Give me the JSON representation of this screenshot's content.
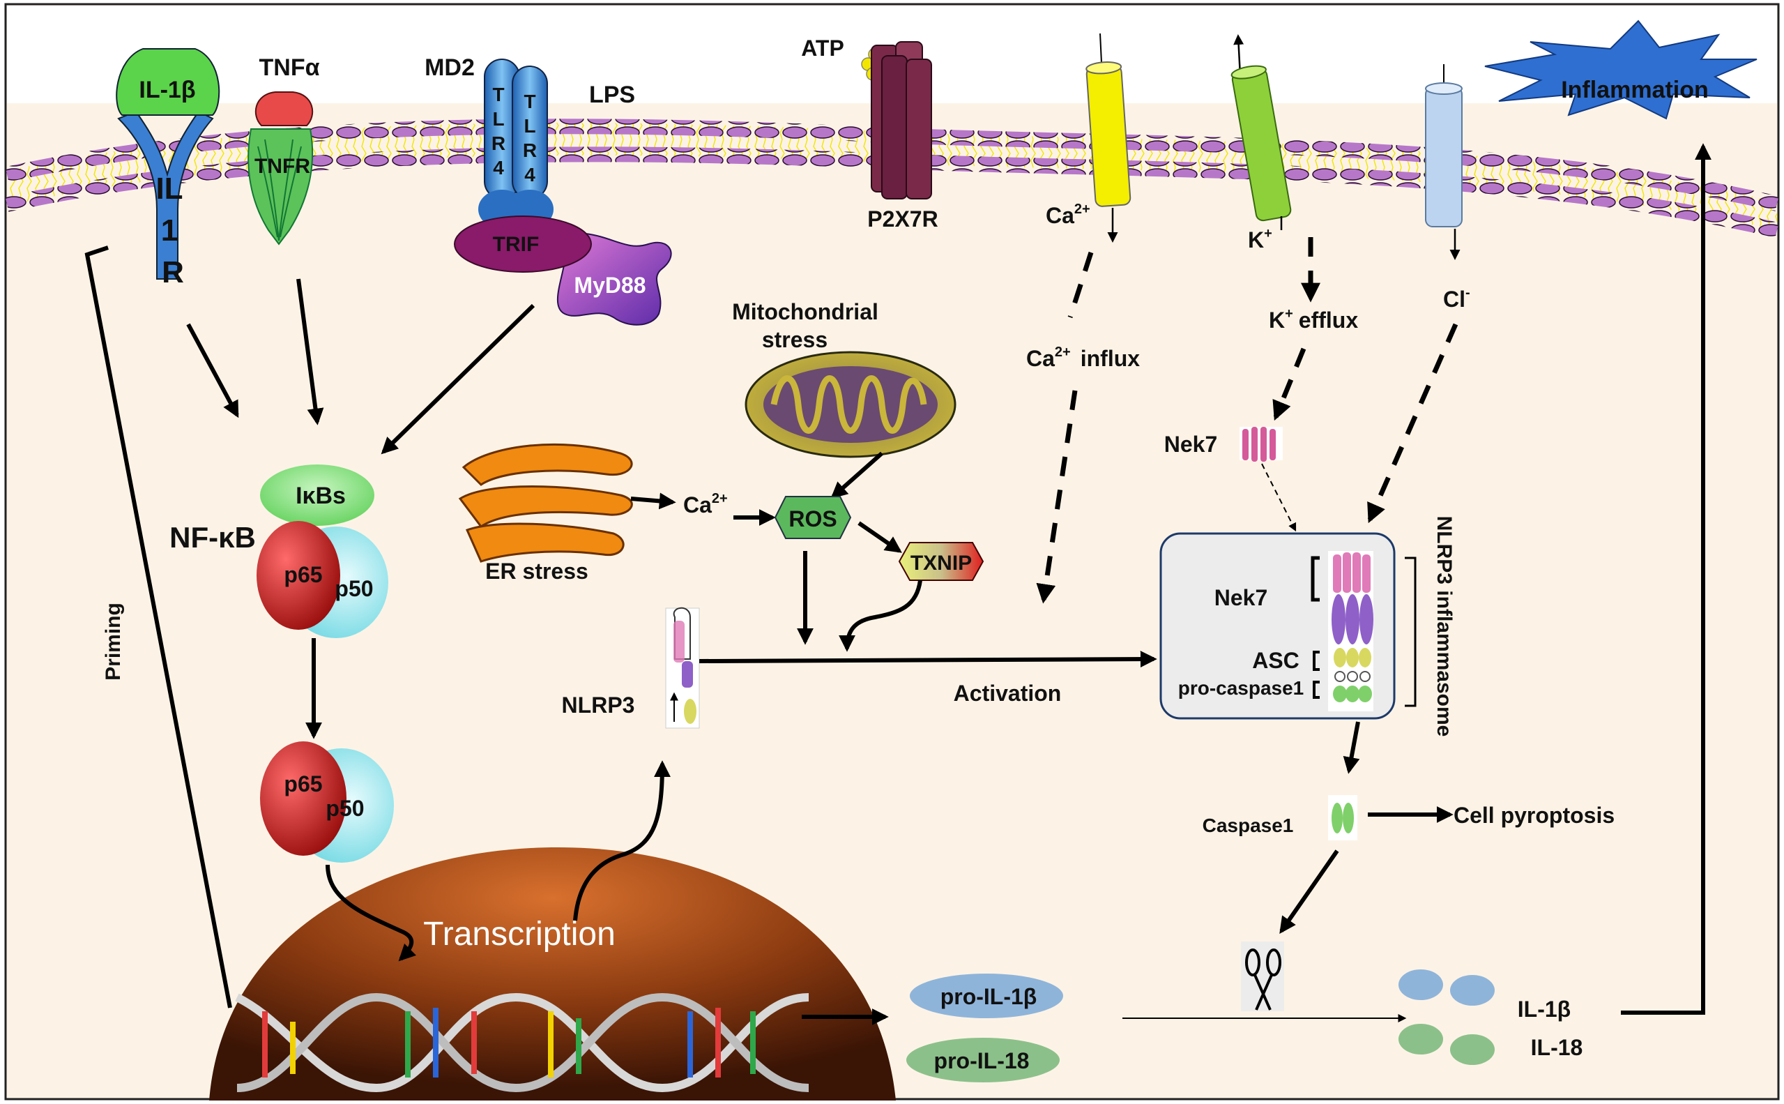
{
  "labels": {
    "il1b_receptor_ligand": "IL-1β",
    "il1r": [
      "IL",
      "1",
      "R"
    ],
    "tnfa": "TNFα",
    "tnfr": "TNFR",
    "md2": "MD2",
    "tlr4": [
      "T",
      "L",
      "R",
      "4"
    ],
    "lps": "LPS",
    "atp": "ATP",
    "p2x7r": "P2X7R",
    "ca_channel": "Ca",
    "ca_sup": "2+",
    "k_channel": "K",
    "k_sup": "+",
    "cl_channel": "Cl",
    "cl_sup": "-",
    "inflammation": "Inflammation",
    "trif": "TRIF",
    "myd88": "MyD88",
    "mito_stress": [
      "Mitochondrial",
      "stress"
    ],
    "ca_influx": "influx",
    "k_efflux": "efflux",
    "nek7_free": "Nek7",
    "ikbs": "IκBs",
    "nfkb": "NF-κB",
    "p65": "p65",
    "p50": "p50",
    "er_stress": "ER stress",
    "ca_er": "Ca",
    "ros": "ROS",
    "txnip": "TXNIP",
    "nlrp3": "NLRP3",
    "activation": "Activation",
    "inflammasome_nek7": "Nek7",
    "asc": "ASC",
    "pro_caspase1": "pro-caspase1",
    "nlrp3_inflammasome": "NLRP3 inflammasome",
    "caspase1": "Caspase1",
    "cell_pyroptosis": "Cell pyroptosis",
    "priming": "Priming",
    "transcription": "Transcription",
    "pro_il1b": "pro-IL-1β",
    "pro_il18": "pro-IL-18",
    "il1b": "IL-1β",
    "il18": "IL-18"
  },
  "colors": {
    "membrane_lipid": "#b777c9",
    "cytoplasm": "#fcf3e6",
    "p65": "#c81e1e",
    "p50": "#8ee6ee",
    "ros": "#5cb85c",
    "inflammation": "#2f6fd1",
    "nucleus": "#8a3a10"
  }
}
